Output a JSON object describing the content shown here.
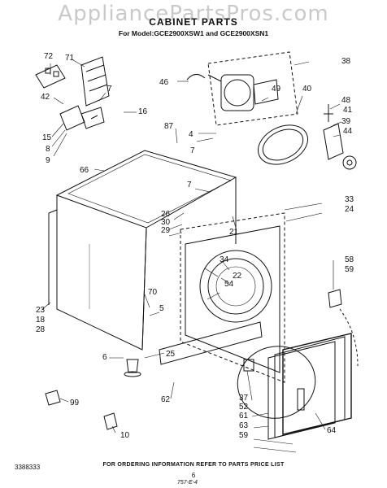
{
  "watermark": "AppliancePartsPros.com",
  "title": "CABINET PARTS",
  "subtitle": "For Model:GCE2900XSW1 and GCE2900XSN1",
  "callouts": [
    "72",
    "71",
    "7",
    "42",
    "16",
    "15",
    "8",
    "9",
    "87",
    "66",
    "7",
    "46",
    "49",
    "40",
    "38",
    "48",
    "41",
    "39",
    "44",
    "4",
    "7",
    "26",
    "30",
    "29",
    "21",
    "33",
    "24",
    "34",
    "22",
    "54",
    "70",
    "5",
    "23",
    "18",
    "28",
    "6",
    "25",
    "58",
    "59",
    "37",
    "52",
    "61",
    "63",
    "59",
    "64",
    "62",
    "99",
    "10"
  ],
  "footer": {
    "part_number": "3388333",
    "ordering_note": "FOR ORDERING INFORMATION REFER TO PARTS PRICE LIST",
    "page": "6",
    "code": "757-E-4"
  }
}
